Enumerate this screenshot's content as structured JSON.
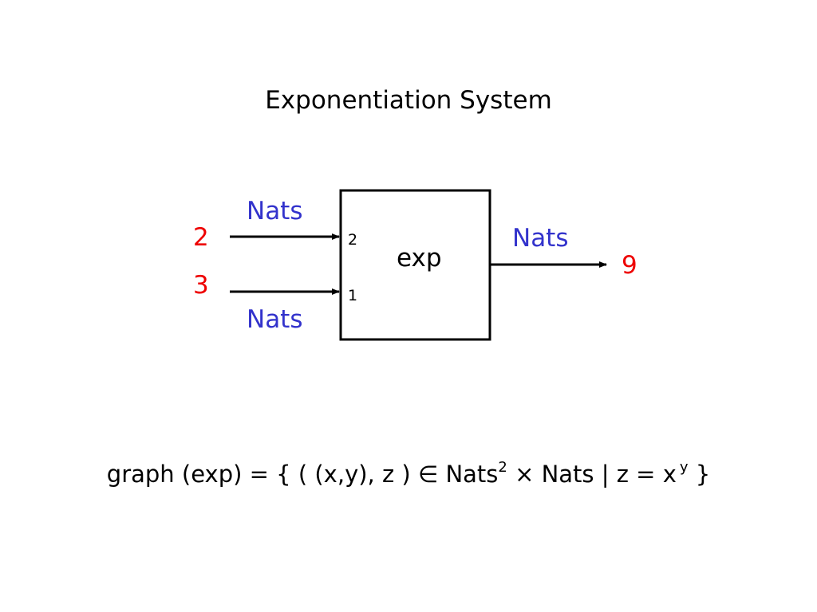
{
  "title": "Exponentiation System",
  "colors": {
    "type_label": "#3333cc",
    "value_label": "#ee0000",
    "line": "#000000"
  },
  "diagram": {
    "box_label": "exp",
    "inputs": [
      {
        "port": "2",
        "value": "2",
        "type": "Nats"
      },
      {
        "port": "1",
        "value": "3",
        "type": "Nats"
      }
    ],
    "output": {
      "value": "9",
      "type": "Nats"
    }
  },
  "formula": {
    "prefix": "graph (exp)  =  { ( (x,y), z ) ",
    "member": "∈",
    "set1": "Nats",
    "exponent": "2",
    "times": "×",
    "set2": "Nats | z = x",
    "power": "y",
    "suffix": " }"
  }
}
